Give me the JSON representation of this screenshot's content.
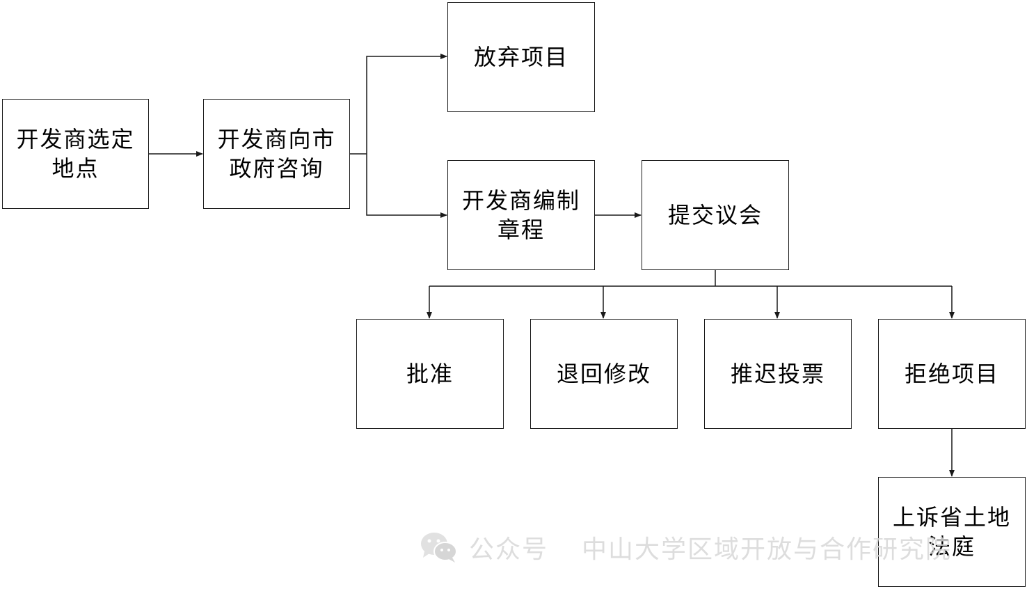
{
  "nodes": {
    "select_site": "开发商选定地点",
    "consult_gov": "开发商向市政府咨询",
    "abandon": "放弃项目",
    "draft_charter": "开发商编制章程",
    "submit_council": "提交议会",
    "approve": "批准",
    "return_revise": "退回修改",
    "postpone_vote": "推迟投票",
    "reject": "拒绝项目",
    "appeal_tribunal": "上诉省土地法庭"
  },
  "edges": [
    [
      "select_site",
      "consult_gov"
    ],
    [
      "consult_gov",
      "abandon"
    ],
    [
      "consult_gov",
      "draft_charter"
    ],
    [
      "draft_charter",
      "submit_council"
    ],
    [
      "submit_council",
      "approve"
    ],
    [
      "submit_council",
      "return_revise"
    ],
    [
      "submit_council",
      "postpone_vote"
    ],
    [
      "submit_council",
      "reject"
    ],
    [
      "reject",
      "appeal_tribunal"
    ]
  ],
  "watermark": {
    "prefix": "公众号",
    "name": "中山大学区域开放与合作研究院",
    "icon": "wechat-icon"
  },
  "colors": {
    "line": "#1a1a1a",
    "watermark": "#d8d8d8"
  }
}
